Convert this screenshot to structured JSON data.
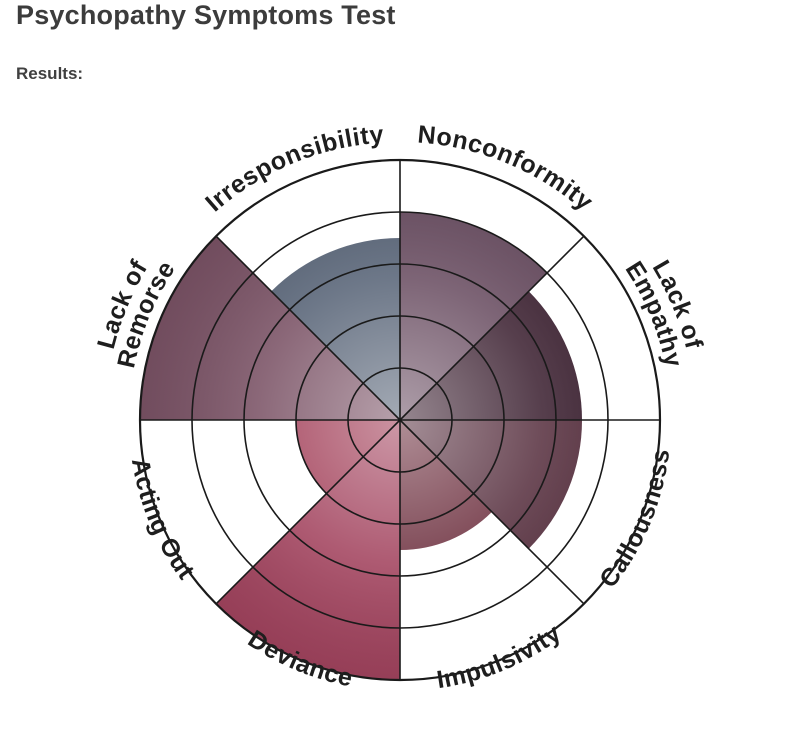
{
  "page": {
    "title": "Psychopathy Symptoms Test",
    "results_label": "Results:"
  },
  "chart_data": {
    "type": "polar-area",
    "max_level": 5,
    "rings": 5,
    "categories": [
      {
        "name": "Nonconformity",
        "value": 4,
        "color": "#6b4f63"
      },
      {
        "name": "Lack of Empathy",
        "value": 3.5,
        "color": "#3f2434"
      },
      {
        "name": "Callousness",
        "value": 3.5,
        "color": "#5a3342"
      },
      {
        "name": "Impulsivity",
        "value": 2.5,
        "color": "#6e3140"
      },
      {
        "name": "Deviance",
        "value": 5,
        "color": "#a3445f"
      },
      {
        "name": "Acting Out",
        "value": 2,
        "color": "#a03b55"
      },
      {
        "name": "Lack of Remorse",
        "value": 5,
        "color": "#7b5366"
      },
      {
        "name": "Irresponsibility",
        "value": 3.5,
        "color": "#596578"
      }
    ],
    "label_lines": {
      "Lack of Remorse": [
        "Lack of",
        "Remorse"
      ],
      "Lack of Empathy": [
        "Lack of",
        "Empathy"
      ]
    }
  }
}
